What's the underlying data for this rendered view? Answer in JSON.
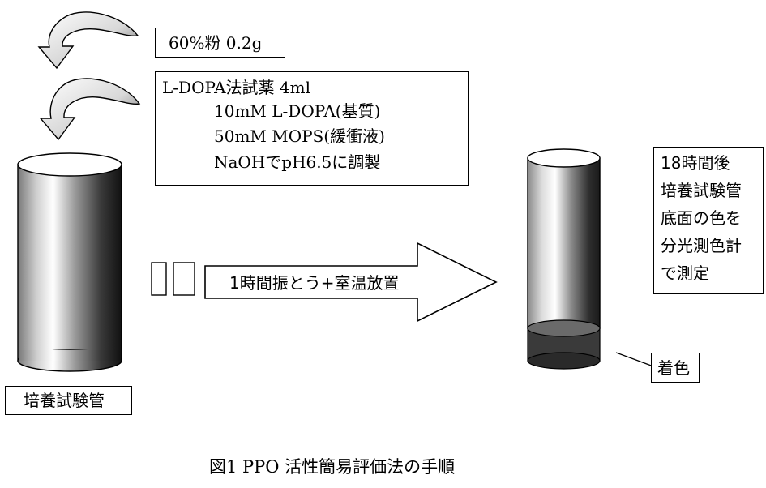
{
  "powder_label": "60%粉 0.2g",
  "reagent": {
    "title": "L-DOPA法試薬 4ml",
    "lines": [
      "10mM L-DOPA(基質)",
      "50mM MOPS(緩衝液)",
      "NaOHでpH6.5に調製"
    ]
  },
  "process_label": "1時間振とう+室温放置",
  "tube_label": "培養試験管",
  "measure_note": [
    "18時間後",
    "培養試験管",
    "底面の色を",
    "分光測色計",
    "で測定"
  ],
  "color_label": "着色",
  "caption": "図1 PPO 活性簡易評価法の手順"
}
